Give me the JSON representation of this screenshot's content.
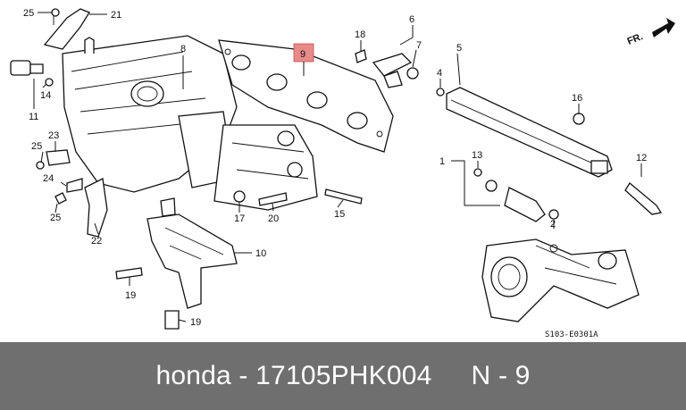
{
  "diagram": {
    "drawing_code": "S103-E0301A",
    "direction_label": "FR.",
    "highlight_color": "#e88a8a",
    "callouts": [
      "25",
      "21",
      "8",
      "18",
      "6",
      "7",
      "5",
      "9",
      "4",
      "16",
      "14",
      "11",
      "23",
      "25",
      "24",
      "25",
      "22",
      "17",
      "20",
      "15",
      "13",
      "1",
      "12",
      "2",
      "10",
      "19",
      "19"
    ]
  },
  "footer": {
    "brand": "honda",
    "dash": "-",
    "part_number": "17105PHK004",
    "ref_label": "N - 9"
  }
}
